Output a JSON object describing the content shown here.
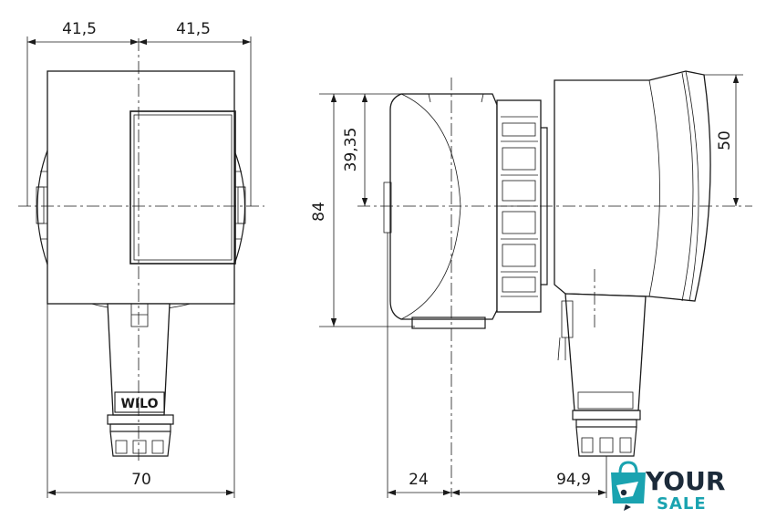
{
  "dimensions": {
    "front_half_left": "41,5",
    "front_half_right": "41,5",
    "front_width": "70",
    "side_height": "84",
    "side_offset": "39,35",
    "side_top": "50",
    "side_left_depth": "24",
    "side_total_depth": "94,9"
  },
  "product_logo": "WILO",
  "watermark": {
    "word1": "YOUR",
    "word2": "SALE",
    "colors": {
      "teal": "#1aa3b0",
      "dark": "#1c2b3a"
    }
  }
}
